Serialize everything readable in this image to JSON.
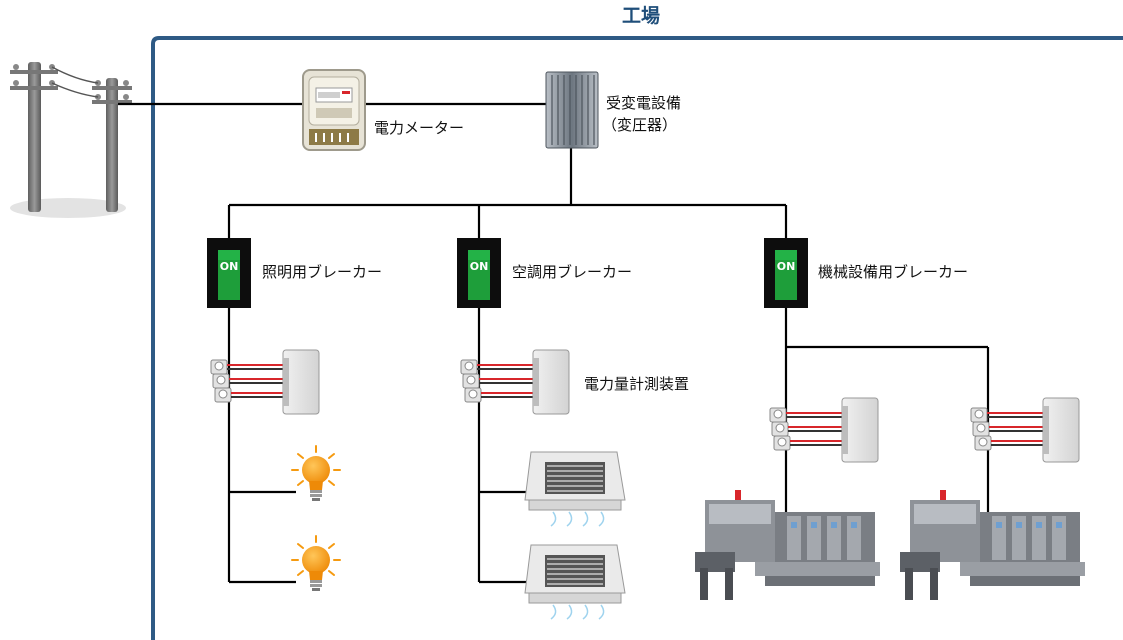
{
  "factory_title": "工場",
  "labels": {
    "power_meter": "電力メーター",
    "substation_line1": "受変電設備",
    "substation_line2": "（変圧器）",
    "lighting_breaker": "照明用ブレーカー",
    "aircon_breaker": "空調用ブレーカー",
    "machine_breaker": "機械設備用ブレーカー",
    "measurement_device": "電力量計測装置",
    "switch_on": "ON"
  },
  "colors": {
    "frame": "#2E5A85",
    "title": "#1F4E7A",
    "wire": "#000000",
    "switch_green": "#1E9E3A",
    "bulb": "#F59A10",
    "cable_red": "#D8262B"
  },
  "icons": [
    "utility-pole-icon",
    "power-meter-icon",
    "transformer-icon",
    "breaker-switch-icon",
    "current-sensor-icon",
    "light-bulb-icon",
    "ceiling-aircon-icon",
    "printing-machine-icon"
  ]
}
